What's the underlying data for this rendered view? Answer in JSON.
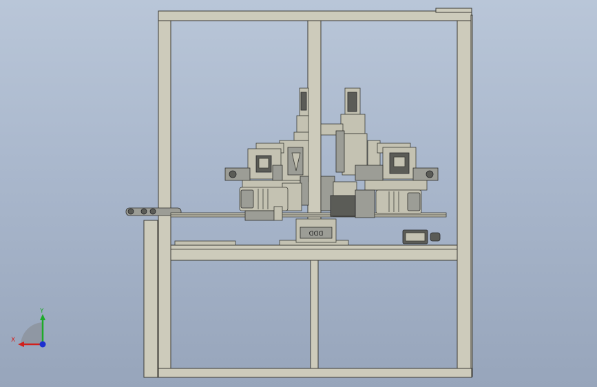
{
  "triad": {
    "x_label": "X",
    "y_label": "Y",
    "colors": {
      "x": "#d2201c",
      "y": "#1eaa2a",
      "z": "#1c2fd0"
    }
  },
  "nameplate_text": "ᗡᗡᗡ"
}
